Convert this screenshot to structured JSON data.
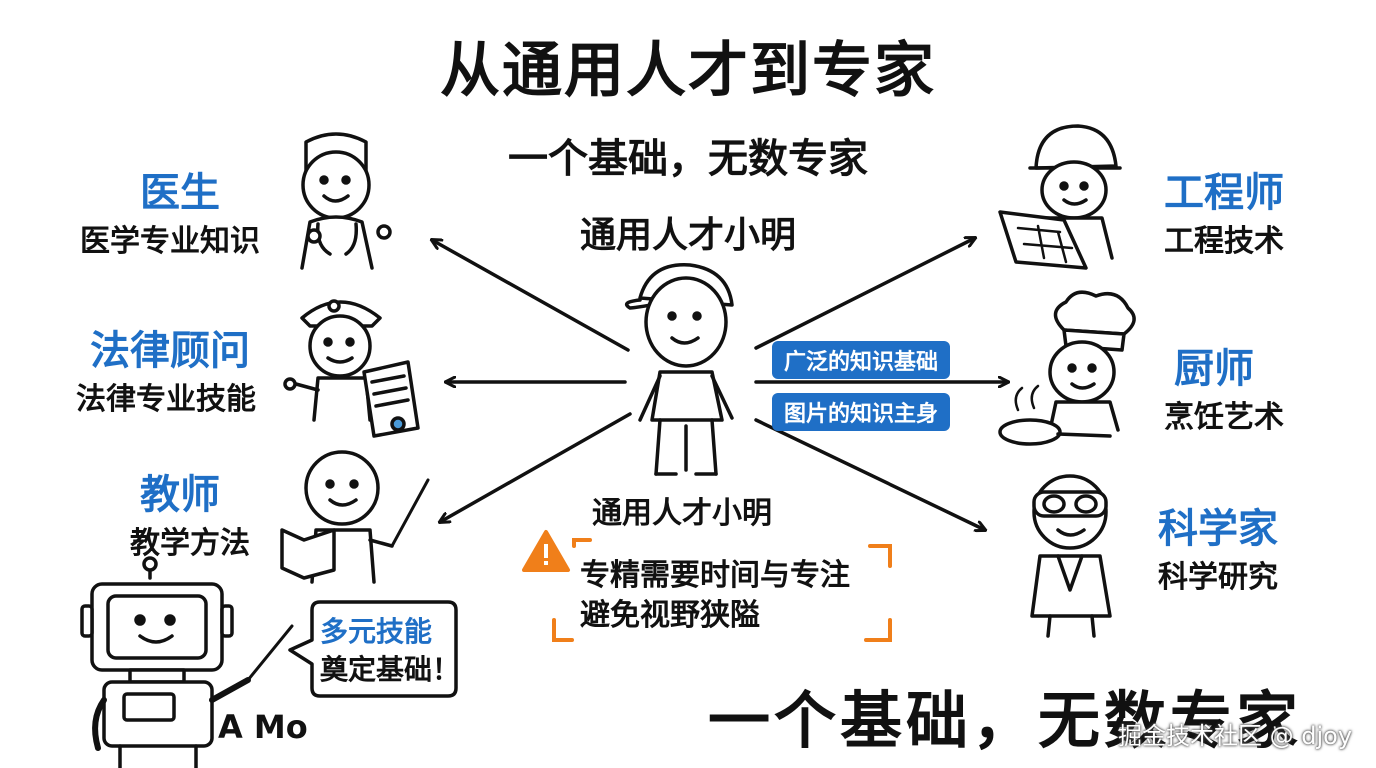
{
  "title": "从通用人才到专家",
  "subtitle": "一个基础，无数专家",
  "center": {
    "name_top": "通用人才小明",
    "name_bottom": "通用人才小明",
    "tags": [
      "广泛的知识基础",
      "图片的知识主身"
    ]
  },
  "left_roles": [
    {
      "role": "医生",
      "skill": "医学专业知识",
      "icon": "doctor-icon"
    },
    {
      "role": "法律顾问",
      "skill": "法律专业技能",
      "icon": "lawyer-icon"
    },
    {
      "role": "教师",
      "skill": "教学方法",
      "icon": "teacher-icon"
    }
  ],
  "right_roles": [
    {
      "role": "工程师",
      "skill": "工程技术",
      "icon": "engineer-icon"
    },
    {
      "role": "厨师",
      "skill": "烹饪艺术",
      "icon": "chef-icon"
    },
    {
      "role": "科学家",
      "skill": "科学研究",
      "icon": "scientist-icon"
    }
  ],
  "warning": {
    "line1": "专精需要时间与专注",
    "line2": "避免视野狭隘",
    "icon": "warning-icon"
  },
  "robot": {
    "name": "A Mo",
    "bubble_line1": "多元技能",
    "bubble_line2": "奠定基础！",
    "icon": "robot-icon"
  },
  "slogan": "一个基础，无数专家",
  "watermark": "掘金技术社区 @ djoy",
  "colors": {
    "accent": "#1f6fc6",
    "warning": "#f07f1a",
    "text": "#111111"
  }
}
